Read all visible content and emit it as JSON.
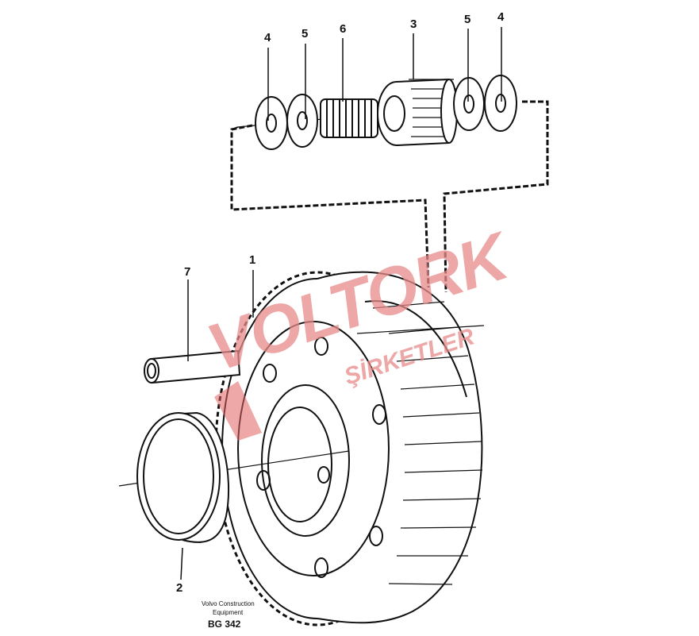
{
  "callouts": [
    {
      "id": "4",
      "label": "4"
    },
    {
      "id": "5",
      "label": "5"
    },
    {
      "id": "6",
      "label": "6"
    },
    {
      "id": "3",
      "label": "3"
    },
    {
      "id": "5b",
      "label": "5"
    },
    {
      "id": "4b",
      "label": "4"
    },
    {
      "id": "1",
      "label": "1"
    },
    {
      "id": "7",
      "label": "7"
    },
    {
      "id": "2",
      "label": "2"
    }
  ],
  "footer": {
    "line1": "Volvo Construction",
    "line2": "Equipment",
    "code": "BG 342"
  },
  "watermark": {
    "main": "VOLTORK",
    "sub": "ŞİRKETLER"
  },
  "colors": {
    "ink": "#111111",
    "watermark": "#e06060",
    "background": "#ffffff"
  }
}
